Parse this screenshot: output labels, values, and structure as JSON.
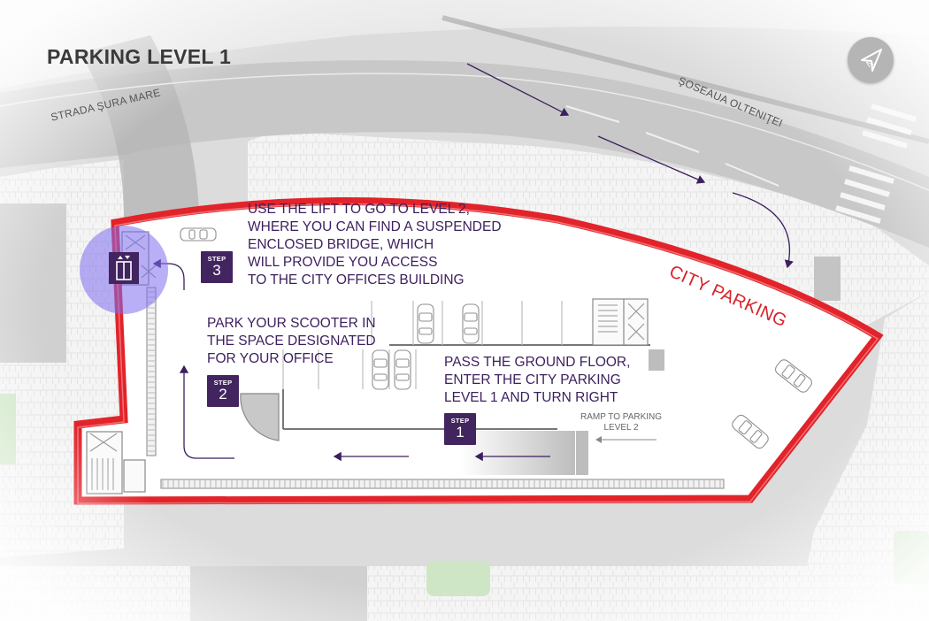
{
  "title": "PARKING LEVEL 1",
  "streets": {
    "left": "STRADA ŞURA MARE",
    "right": "ŞOSEAUA OLTENIŢEI"
  },
  "area_label": "CITY PARKING",
  "ramp_label": "RAMP TO PARKING\nLEVEL 2",
  "steps": [
    {
      "word": "STEP",
      "number": "1",
      "text": "PASS THE GROUND FLOOR,\nENTER THE CITY PARKING\nLEVEL 1 AND TURN RIGHT"
    },
    {
      "word": "STEP",
      "number": "2",
      "text": "PARK YOUR SCOOTER IN\nTHE SPACE DESIGNATED\nFOR YOUR OFFICE"
    },
    {
      "word": "STEP",
      "number": "3",
      "text": "USE THE LIFT TO GO TO LEVEL 2,\nWHERE YOU CAN FIND A SUSPENDED\nENCLOSED BRIDGE, WHICH\nWILL PROVIDE YOU ACCESS\nTO THE CITY OFFICES BUILDING"
    }
  ],
  "compass": {
    "letter": "N",
    "icon": "north-arrow-icon"
  },
  "lift": {
    "icon": "elevator-icon"
  },
  "colors": {
    "outline": "#e2232a",
    "accent": "#42245f",
    "lift_highlight": "#7d6ef0",
    "street_label": "#555555",
    "text": "#3c1f5e"
  }
}
